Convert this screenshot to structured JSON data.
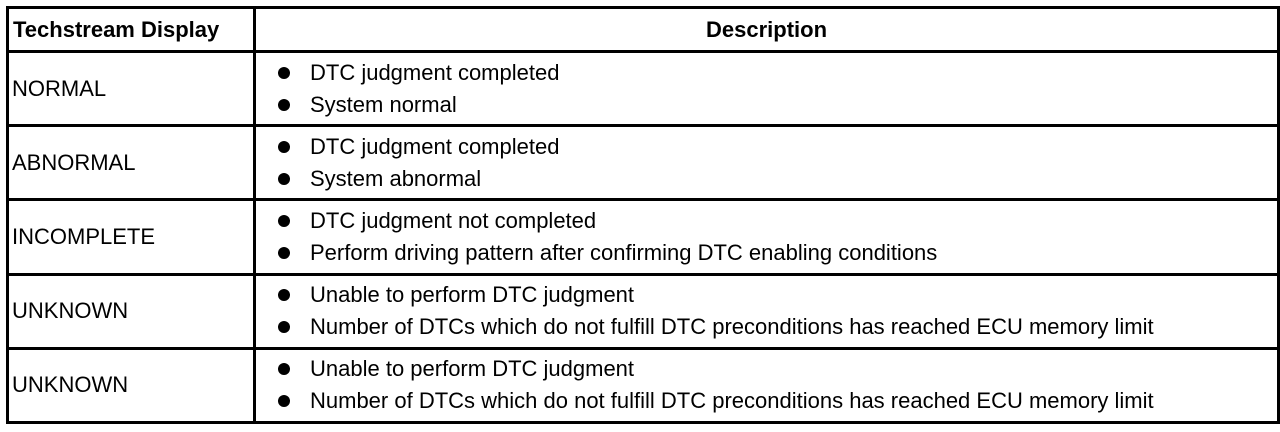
{
  "table": {
    "headers": {
      "display": "Techstream Display",
      "description": "Description"
    },
    "rows": [
      {
        "display": "NORMAL",
        "items": [
          "DTC judgment completed",
          "System normal"
        ]
      },
      {
        "display": "ABNORMAL",
        "items": [
          "DTC judgment completed",
          "System abnormal"
        ]
      },
      {
        "display": "INCOMPLETE",
        "items": [
          "DTC judgment not completed",
          "Perform driving pattern after confirming DTC enabling conditions"
        ]
      },
      {
        "display": "UNKNOWN",
        "items": [
          "Unable to perform DTC judgment",
          "Number of DTCs which do not fulfill DTC preconditions has reached ECU memory limit"
        ]
      },
      {
        "display": "UNKNOWN",
        "items": [
          "Unable to perform DTC judgment",
          "Number of DTCs which do not fulfill DTC preconditions has reached ECU memory limit"
        ]
      }
    ]
  }
}
